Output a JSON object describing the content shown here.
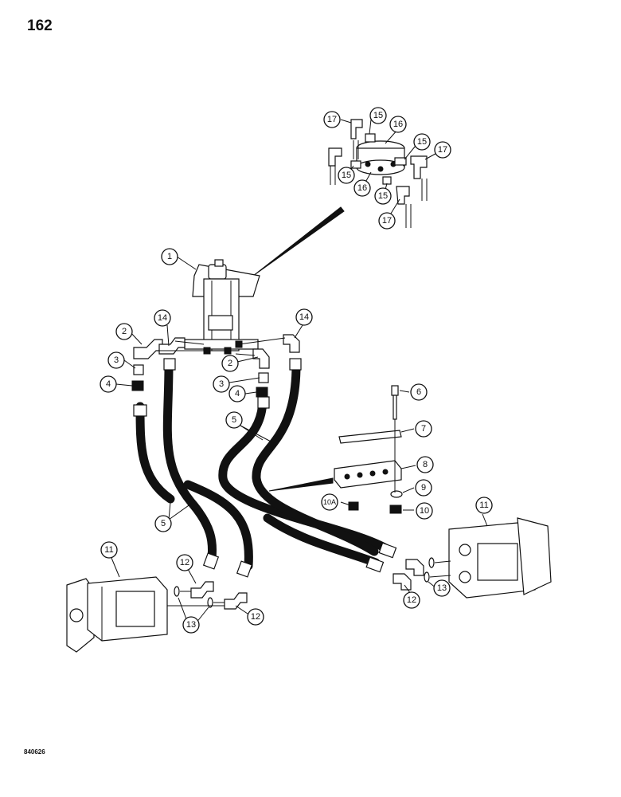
{
  "page": {
    "number": "162",
    "drawing_code": "840626"
  },
  "callouts": {
    "c1": "1",
    "c2a": "2",
    "c2b": "2",
    "c3a": "3",
    "c3b": "3",
    "c4a": "4",
    "c4b": "4",
    "c5a": "5",
    "c5b": "5",
    "c6": "6",
    "c7": "7",
    "c8": "8",
    "c9": "9",
    "c10": "10",
    "c10a": "10A",
    "c11a": "11",
    "c11b": "11",
    "c12a": "12",
    "c12b": "12",
    "c12c": "12",
    "c13a": "13",
    "c13b": "13",
    "c14a": "14",
    "c14b": "14",
    "c15a": "15",
    "c15b": "15",
    "c15c": "15",
    "c15d": "15",
    "c16a": "16",
    "c16b": "16",
    "c17a": "17",
    "c17b": "17",
    "c17c": "17"
  }
}
